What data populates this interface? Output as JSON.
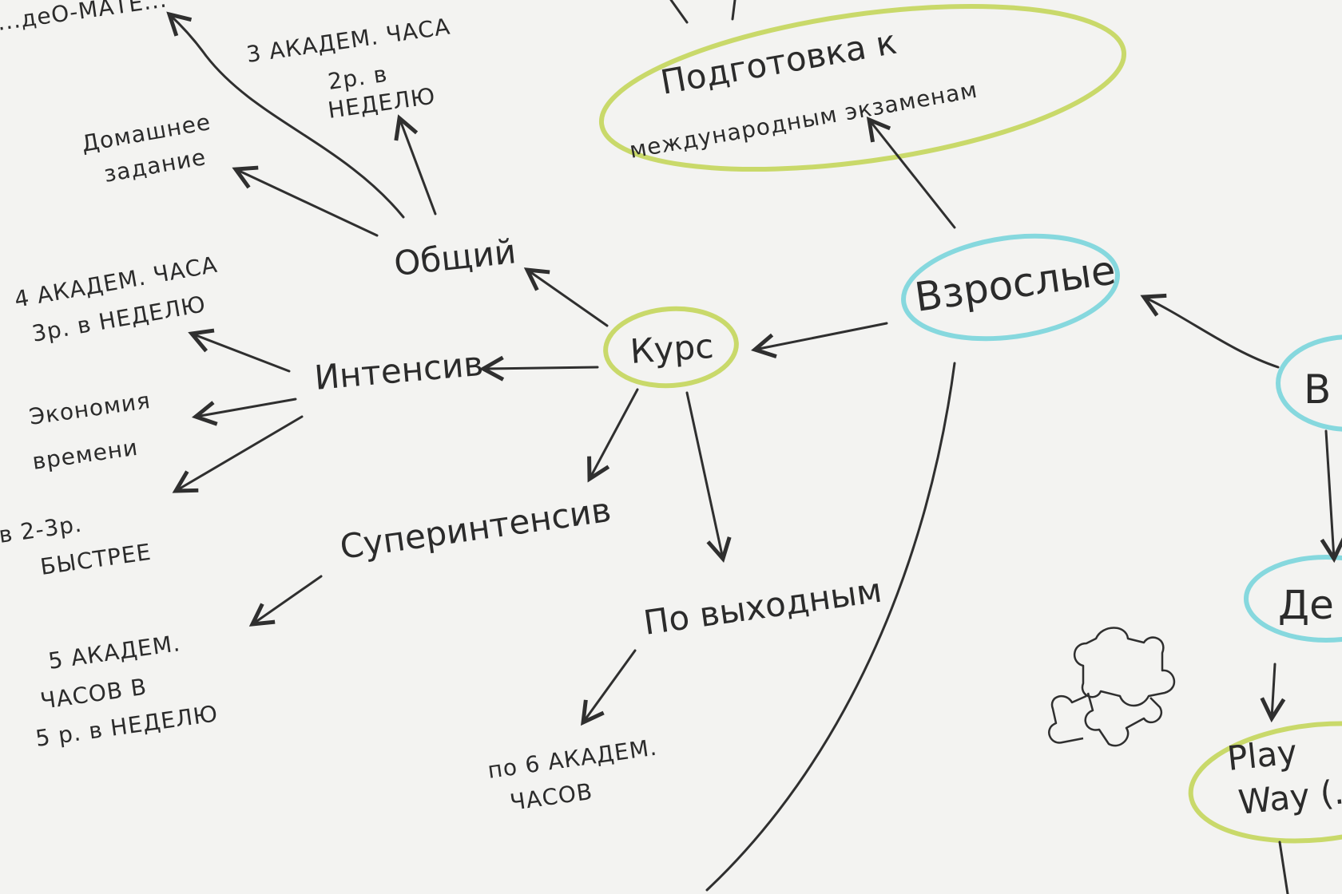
{
  "colors": {
    "paper": "#f3f3f1",
    "ink": "#2b2b2b",
    "highlight_green": "#c9d96a",
    "highlight_blue": "#86d8de"
  },
  "nodes": {
    "top_left_partial": "...деО-МАТЕ...",
    "three_hours": "3 АКАДЕМ. ЧАСА",
    "twice_week_1": "2р. в",
    "twice_week_2": "НЕДЕЛЮ",
    "homework_1": "Домашнее",
    "homework_2": "задание",
    "general": "Общий",
    "four_hours_1": "4 АКАДЕМ. ЧАСА",
    "four_hours_2": "3р. в НЕДЕЛЮ",
    "intensive": "Интенсив",
    "economy_1": "Экономия",
    "economy_2": "времени",
    "faster_1": "в 2-3р.",
    "faster_2": "БЫСТРЕЕ",
    "superintensive": "Суперинтенсив",
    "five_hours_1": "5 АКАДЕМ.",
    "five_hours_2": "ЧАСОВ В",
    "five_hours_3": "5 р. в НЕДЕЛЮ",
    "course": "Курс",
    "weekends": "По выходным",
    "six_hours_1": "по 6 АКАДЕМ.",
    "six_hours_2": "ЧАСОВ",
    "adults": "Взрослые",
    "exam_prep_1": "Подготовка к",
    "exam_prep_2": "международным экзаменам",
    "right_partial_top": "В",
    "children_partial": "Де",
    "play_way_1": "Play",
    "play_way_2": "Way (..."
  }
}
